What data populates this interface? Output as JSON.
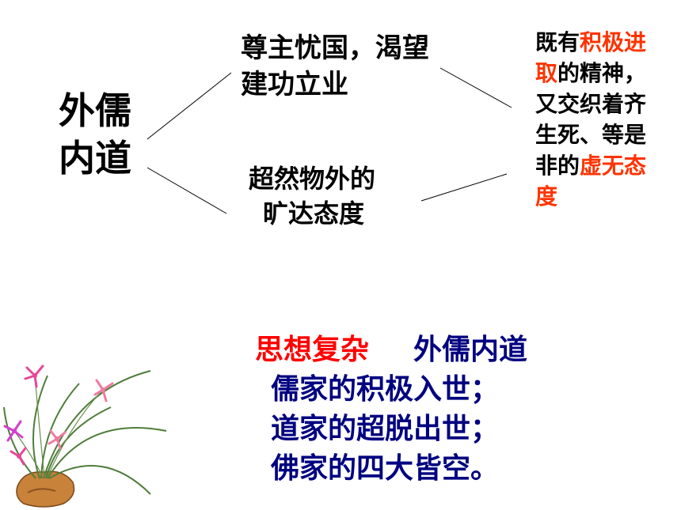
{
  "main_title": {
    "line1": "外儒",
    "line2": "内道"
  },
  "upper_branch": {
    "line1": "尊主忧国，渴望",
    "line2": "建功立业"
  },
  "lower_branch": {
    "line1": "超然物外的",
    "line2": "旷达态度"
  },
  "right_note": {
    "t1": "既有",
    "t2": "积极",
    "t3": "进取",
    "t4": "的精神，又交织着齐生死、等是非的",
    "t5": "虚无态度"
  },
  "summary": {
    "label": "思想复杂",
    "topic": "外儒内道",
    "items": [
      "儒家的积极入世；",
      "道家的超脱出世；",
      "佛家的四大皆空。"
    ]
  },
  "colors": {
    "highlight": "#ff3300",
    "summary_text": "#000080",
    "summary_label": "#ff0000"
  },
  "decoration": "orchid-illustration"
}
